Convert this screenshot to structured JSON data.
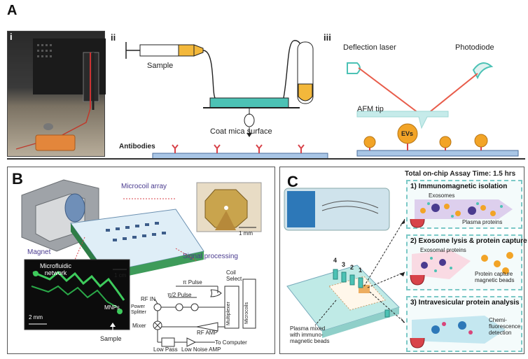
{
  "panel_a": {
    "letter": "A",
    "sub_i": "i",
    "sub_ii": "ii",
    "sub_iii": "iii",
    "sample_label": "Sample",
    "coat_label": "Coat mica surface",
    "antibodies_label": "Antibodies",
    "deflection_label": "Deflection laser",
    "photodiode_label": "Photodiode",
    "afm_tip_label": "AFM tip",
    "evs_label": "EVs"
  },
  "panel_b": {
    "letter": "B",
    "microcoil_label": "Microcoil array",
    "magnet_label": "Magnet",
    "scale_1mm": "1 mm",
    "signal_label": "Signal processing",
    "microfluidic_label": "Microfluidic\nnetwork",
    "scale_1cm": "1 cm",
    "scale_2mm": "2 mm",
    "mnps_label": "MNPs",
    "sample_label": "Sample",
    "circuit": {
      "pi_pulse": "π Pulse",
      "pi2_pulse": "π/2 Pulse",
      "rf_in": "RF IN",
      "coil_select": "Coil\nSelect",
      "power_splitter": "Power\nSplitter",
      "multiplexer": "Multiplexer",
      "microcoils": "Microcoils",
      "mixer": "Mixer",
      "rf_amp": "RF AMP",
      "to_computer": "To Computer",
      "low_pass": "Low Pass",
      "low_noise_amp": "Low Noise AMP"
    }
  },
  "panel_c": {
    "letter": "C",
    "assay_time": "Total on-chip Assay Time: 1.5 hrs",
    "step1_title": "1) Immunomagnetic isolation",
    "exosomes_label": "Exosomes",
    "plasma_proteins_label": "Plasma proteins",
    "step2_title": "2) Exosome lysis & protein capture",
    "exosomal_proteins_label": "Exosomal proteins",
    "capture_beads_label": "Protein capture\nmagnetic beads",
    "step3_title": "3) Intravesicular protein analysis",
    "chemi_label": "Chemi-\nfluorescence\ndetection",
    "plasma_mixed_label": "Plasma mixed\nwith immuno-\nmagnetic beads",
    "chip_numbers": [
      "4",
      "3",
      "2",
      "1"
    ]
  },
  "colors": {
    "syringe_yellow": "#f3b83b",
    "liquid_teal": "#4cc2b5",
    "antibody_red": "#d8434a",
    "ev_orange": "#f2a427",
    "laser_red": "#e85c4a",
    "substrate_blue": "#a9c6e6",
    "chip_orange": "#e89a3c",
    "magnet_gray": "#9fa3a8",
    "pcb_green": "#3e9b5a",
    "label_purple": "#4a3b8f",
    "teal_box": "#7cc9c7",
    "arrow_pink": "#d9457a"
  }
}
